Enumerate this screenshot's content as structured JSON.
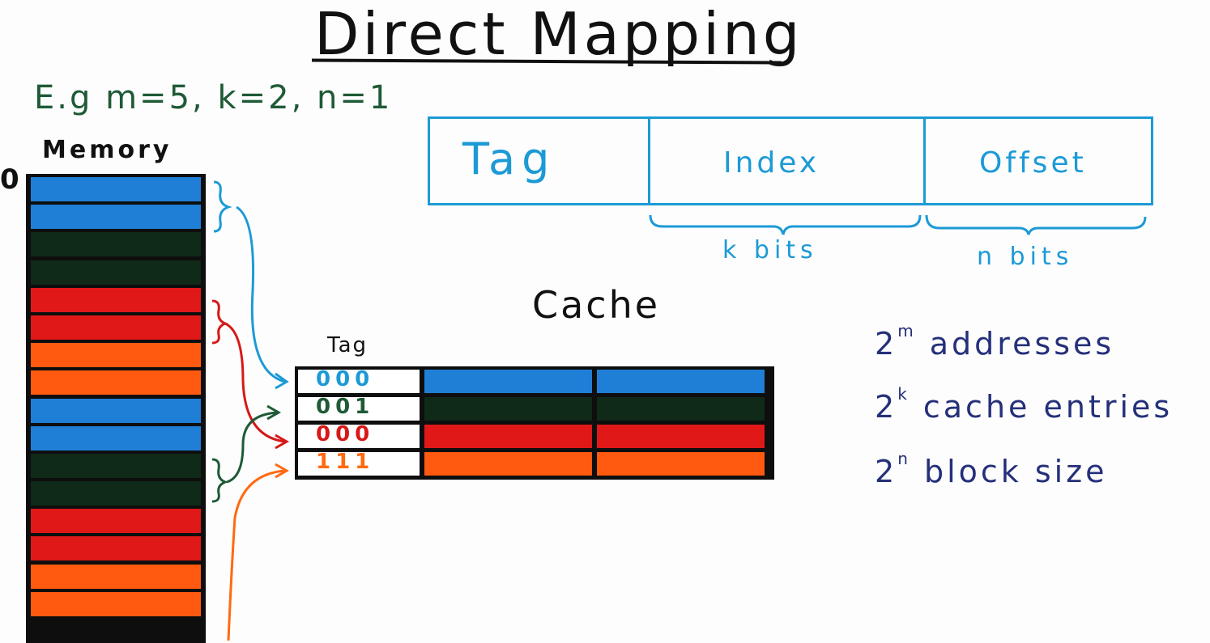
{
  "title": "Direct Mapping",
  "example": "E.g m=5, k=2, n=1",
  "memory": {
    "label": "Memory",
    "start_address": "0",
    "blocks": [
      "#1f7fd6",
      "#1f7fd6",
      "#0f2a18",
      "#0f2a18",
      "#e01818",
      "#e01818",
      "#ff5a10",
      "#ff5a10",
      "#1f7fd6",
      "#1f7fd6",
      "#0f2a18",
      "#0f2a18",
      "#e01818",
      "#e01818",
      "#ff5a10",
      "#ff5a10"
    ]
  },
  "address": {
    "fields": [
      "Tag",
      "Index",
      "Offset"
    ],
    "index_bits": "k bits",
    "offset_bits": "n bits"
  },
  "cache": {
    "title": "Cache",
    "tag_header": "Tag",
    "rows": [
      {
        "tag": "000",
        "tag_color": "#1c9ad6",
        "color": "#1f7fd6"
      },
      {
        "tag": "001",
        "tag_color": "#1e5a36",
        "color": "#0f2a18"
      },
      {
        "tag": "000",
        "tag_color": "#d81818",
        "color": "#e01818"
      },
      {
        "tag": "111",
        "tag_color": "#ff6a10",
        "color": "#ff5a10"
      }
    ]
  },
  "legend": {
    "addresses": {
      "base": "2",
      "exp": "m",
      "text": "addresses"
    },
    "entries": {
      "base": "2",
      "exp": "k",
      "text": "cache entries"
    },
    "block": {
      "base": "2",
      "exp": "n",
      "text": "block size"
    }
  }
}
